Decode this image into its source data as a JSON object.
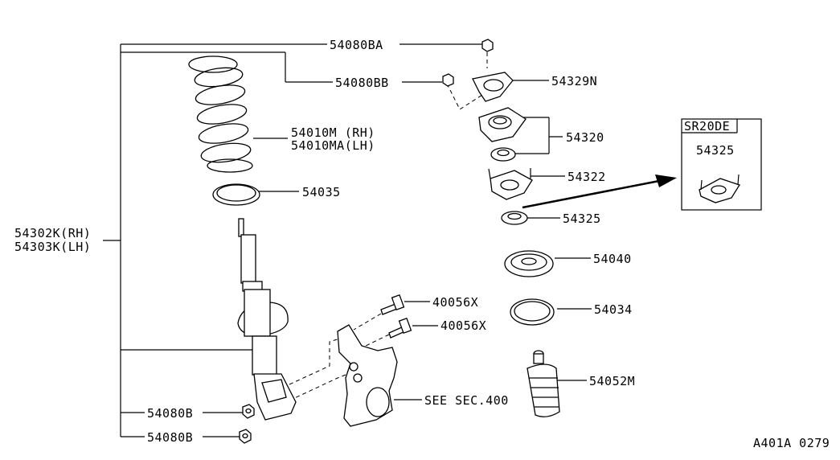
{
  "parts": {
    "nut_upper_a": "54080BA",
    "nut_upper_b": "54080BB",
    "mount_plate": "54329N",
    "spring_rh": "54010M (RH)",
    "spring_lh": "54010MA(LH)",
    "mount_assembly": "54320",
    "mount_insulator": "54322",
    "spring_seat": "54035",
    "bearing": "54325",
    "strut_rh": "54302K(RH)",
    "strut_lh": "54303K(LH)",
    "upper_seat": "54040",
    "rubber_seat": "54034",
    "bolt_a": "40056X",
    "bolt_b": "40056X",
    "bound_bumper": "54052M",
    "knuckle_ref": "SEE SEC.400",
    "nut_lower_a": "54080B",
    "nut_lower_b": "54080B"
  },
  "inset": {
    "title": "SR20DE",
    "part": "54325"
  },
  "figure_code": "A401A 0279"
}
